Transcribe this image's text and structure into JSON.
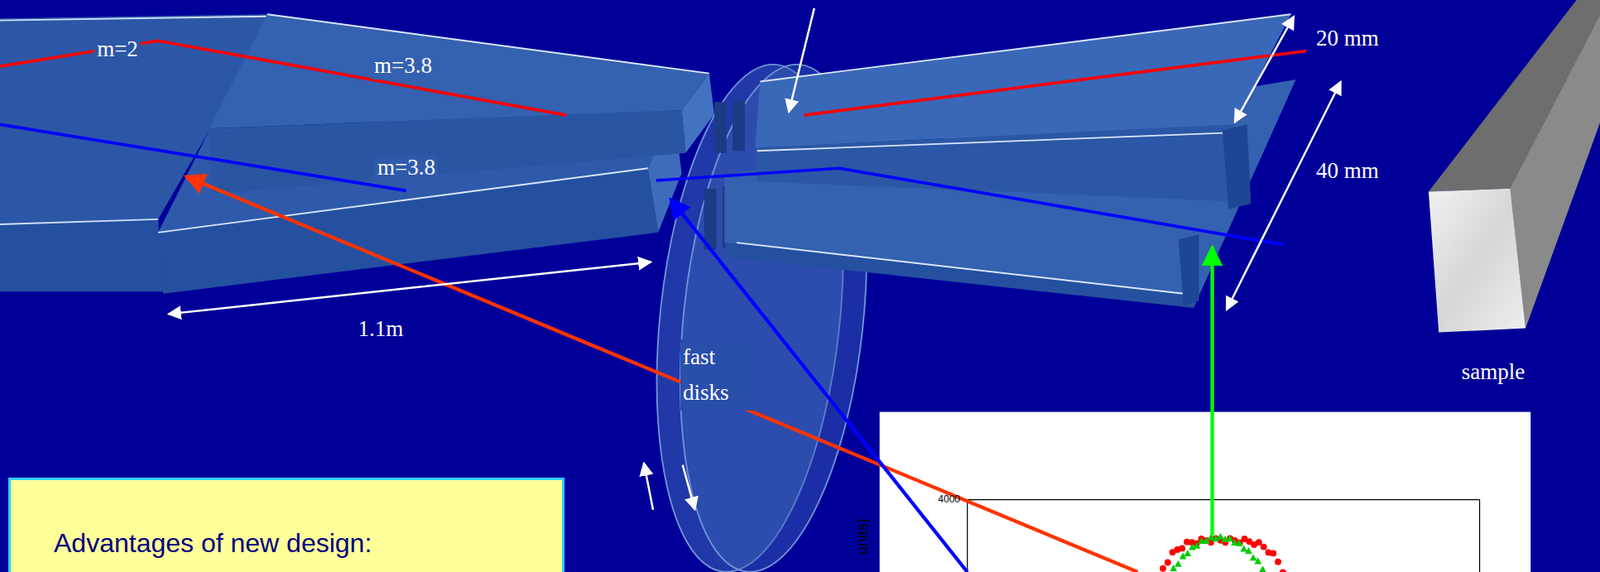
{
  "diagram": {
    "nodes": [
      {
        "text": [
          "Advantages of new design:"
        ]
      }
    ],
    "labels": [
      "m=2",
      "m=3.8",
      "m=3.8",
      "1.1m",
      "fast disks",
      "20 mm",
      "40 mm",
      "sample",
      "4000",
      "units)"
    ]
  }
}
